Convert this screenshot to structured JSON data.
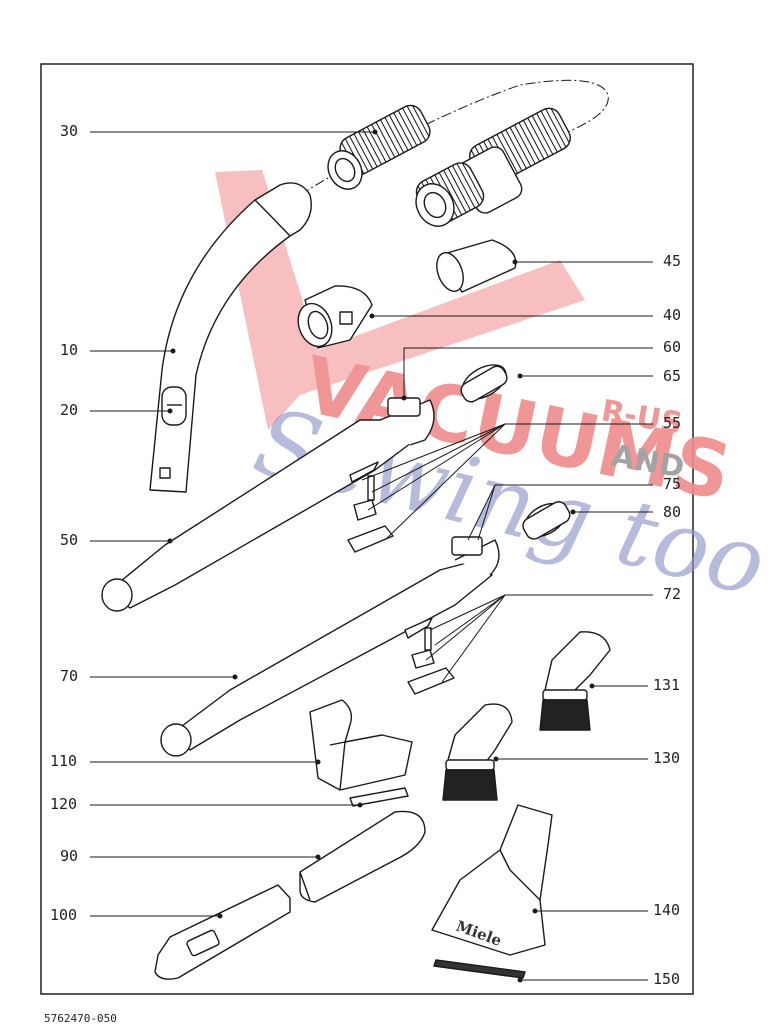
{
  "document_number": "5762470-050",
  "watermark": {
    "line1": "VACUUMS",
    "line2": "R-US",
    "line3": "AND",
    "line4": "Sewing too"
  },
  "brand_text": "Miele",
  "callouts": {
    "30": "30",
    "45": "45",
    "40": "40",
    "10": "10",
    "60": "60",
    "65": "65",
    "20": "20",
    "55": "55",
    "75": "75",
    "50": "50",
    "80": "80",
    "72": "72",
    "70": "70",
    "131": "131",
    "110": "110",
    "130": "130",
    "120": "120",
    "90": "90",
    "140": "140",
    "100": "100",
    "150": "150"
  },
  "colors": {
    "line": "#1a1a1a",
    "watermark_red": "#f08b8b",
    "watermark_blue": "#8d93c8",
    "watermark_gray": "#9a9a9a"
  }
}
